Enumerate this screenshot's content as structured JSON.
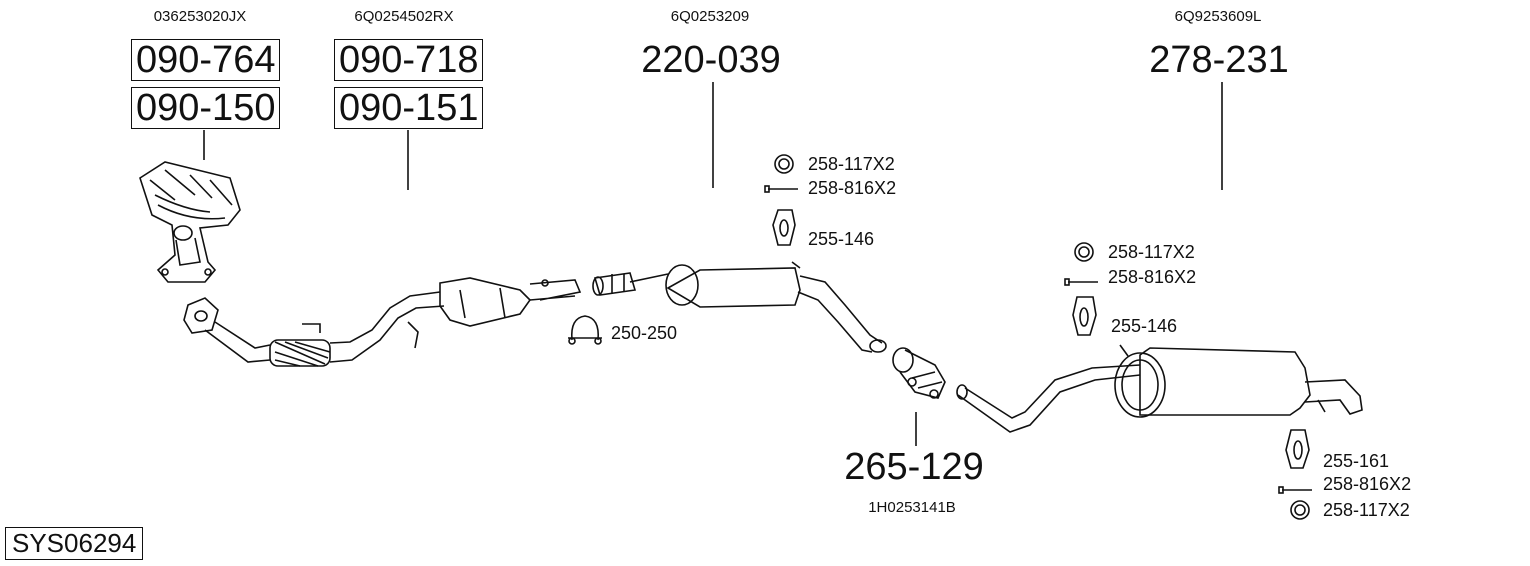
{
  "system_code": "SYS06294",
  "oe_numbers": {
    "manifold": "036253020JX",
    "front_pipe": "6Q0254502RX",
    "middle_silencer": "6Q0253209",
    "rear_silencer": "6Q9253609L",
    "connector": "1H0253141B"
  },
  "part_numbers": {
    "manifold_top": "090-764",
    "manifold_bottom": "090-150",
    "front_pipe_top": "090-718",
    "front_pipe_bottom": "090-151",
    "middle_silencer": "220-039",
    "rear_silencer": "278-231",
    "connector": "265-129"
  },
  "accessories": {
    "mid_ring": "258-117X2",
    "mid_bolt": "258-816X2",
    "mid_hanger": "255-146",
    "clamp": "250-250",
    "rear_ring": "258-117X2",
    "rear_bolt": "258-816X2",
    "rear_hanger": "255-146",
    "tail_hanger": "255-161",
    "tail_bolt": "258-816X2",
    "tail_ring": "258-117X2"
  }
}
